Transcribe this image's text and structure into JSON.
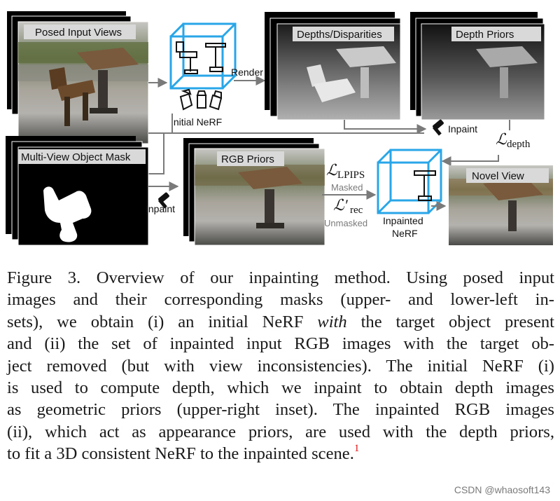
{
  "diagram": {
    "labels": {
      "posed_input_views": "Posed Input Views",
      "initial_nerf": "Initial NeRF",
      "render": "Render",
      "depths_disparities": "Depths/Disparities",
      "depth_priors": "Depth Priors",
      "multi_view_object_mask": "Multi-View Object Mask",
      "inpaint_lower": "Inpaint",
      "rgb_priors": "RGB Priors",
      "inpaint_upper": "Inpaint",
      "loss_lpips": "ℒ",
      "loss_lpips_sub": "LPIPS",
      "masked": "Masked",
      "loss_rec": "ℒ′",
      "loss_rec_sub": "rec",
      "unmasked": "Unmasked",
      "inpainted_nerf_line1": "Inpainted",
      "inpainted_nerf_line2": "NeRF",
      "loss_depth": "ℒ",
      "loss_depth_sub": "depth",
      "novel_view": "Novel View"
    },
    "colors": {
      "cube": "#29a6e8",
      "arrow": "#7a7a7a",
      "label_box": "#d9d9d9"
    }
  },
  "caption": {
    "lines": [
      "Figure 3. Overview of our inpainting method. Using posed input",
      "images and their corresponding masks (upper- and lower-left in-",
      "sets), we obtain (i) an initial NeRF ",
      "with",
      " the target object present",
      "and (ii) the set of inpainted input RGB images with the target ob-",
      "ject removed (but with view inconsistencies). The initial NeRF (i)",
      "is used to compute depth, which we inpaint to obtain depth images",
      "as geometric priors (upper-right inset). The inpainted RGB images",
      "(ii), which act as appearance priors, are used with the depth priors,",
      "to fit a 3D consistent NeRF to the inpainted scene.",
      "1"
    ]
  },
  "watermark": "CSDN @whaosoft143"
}
